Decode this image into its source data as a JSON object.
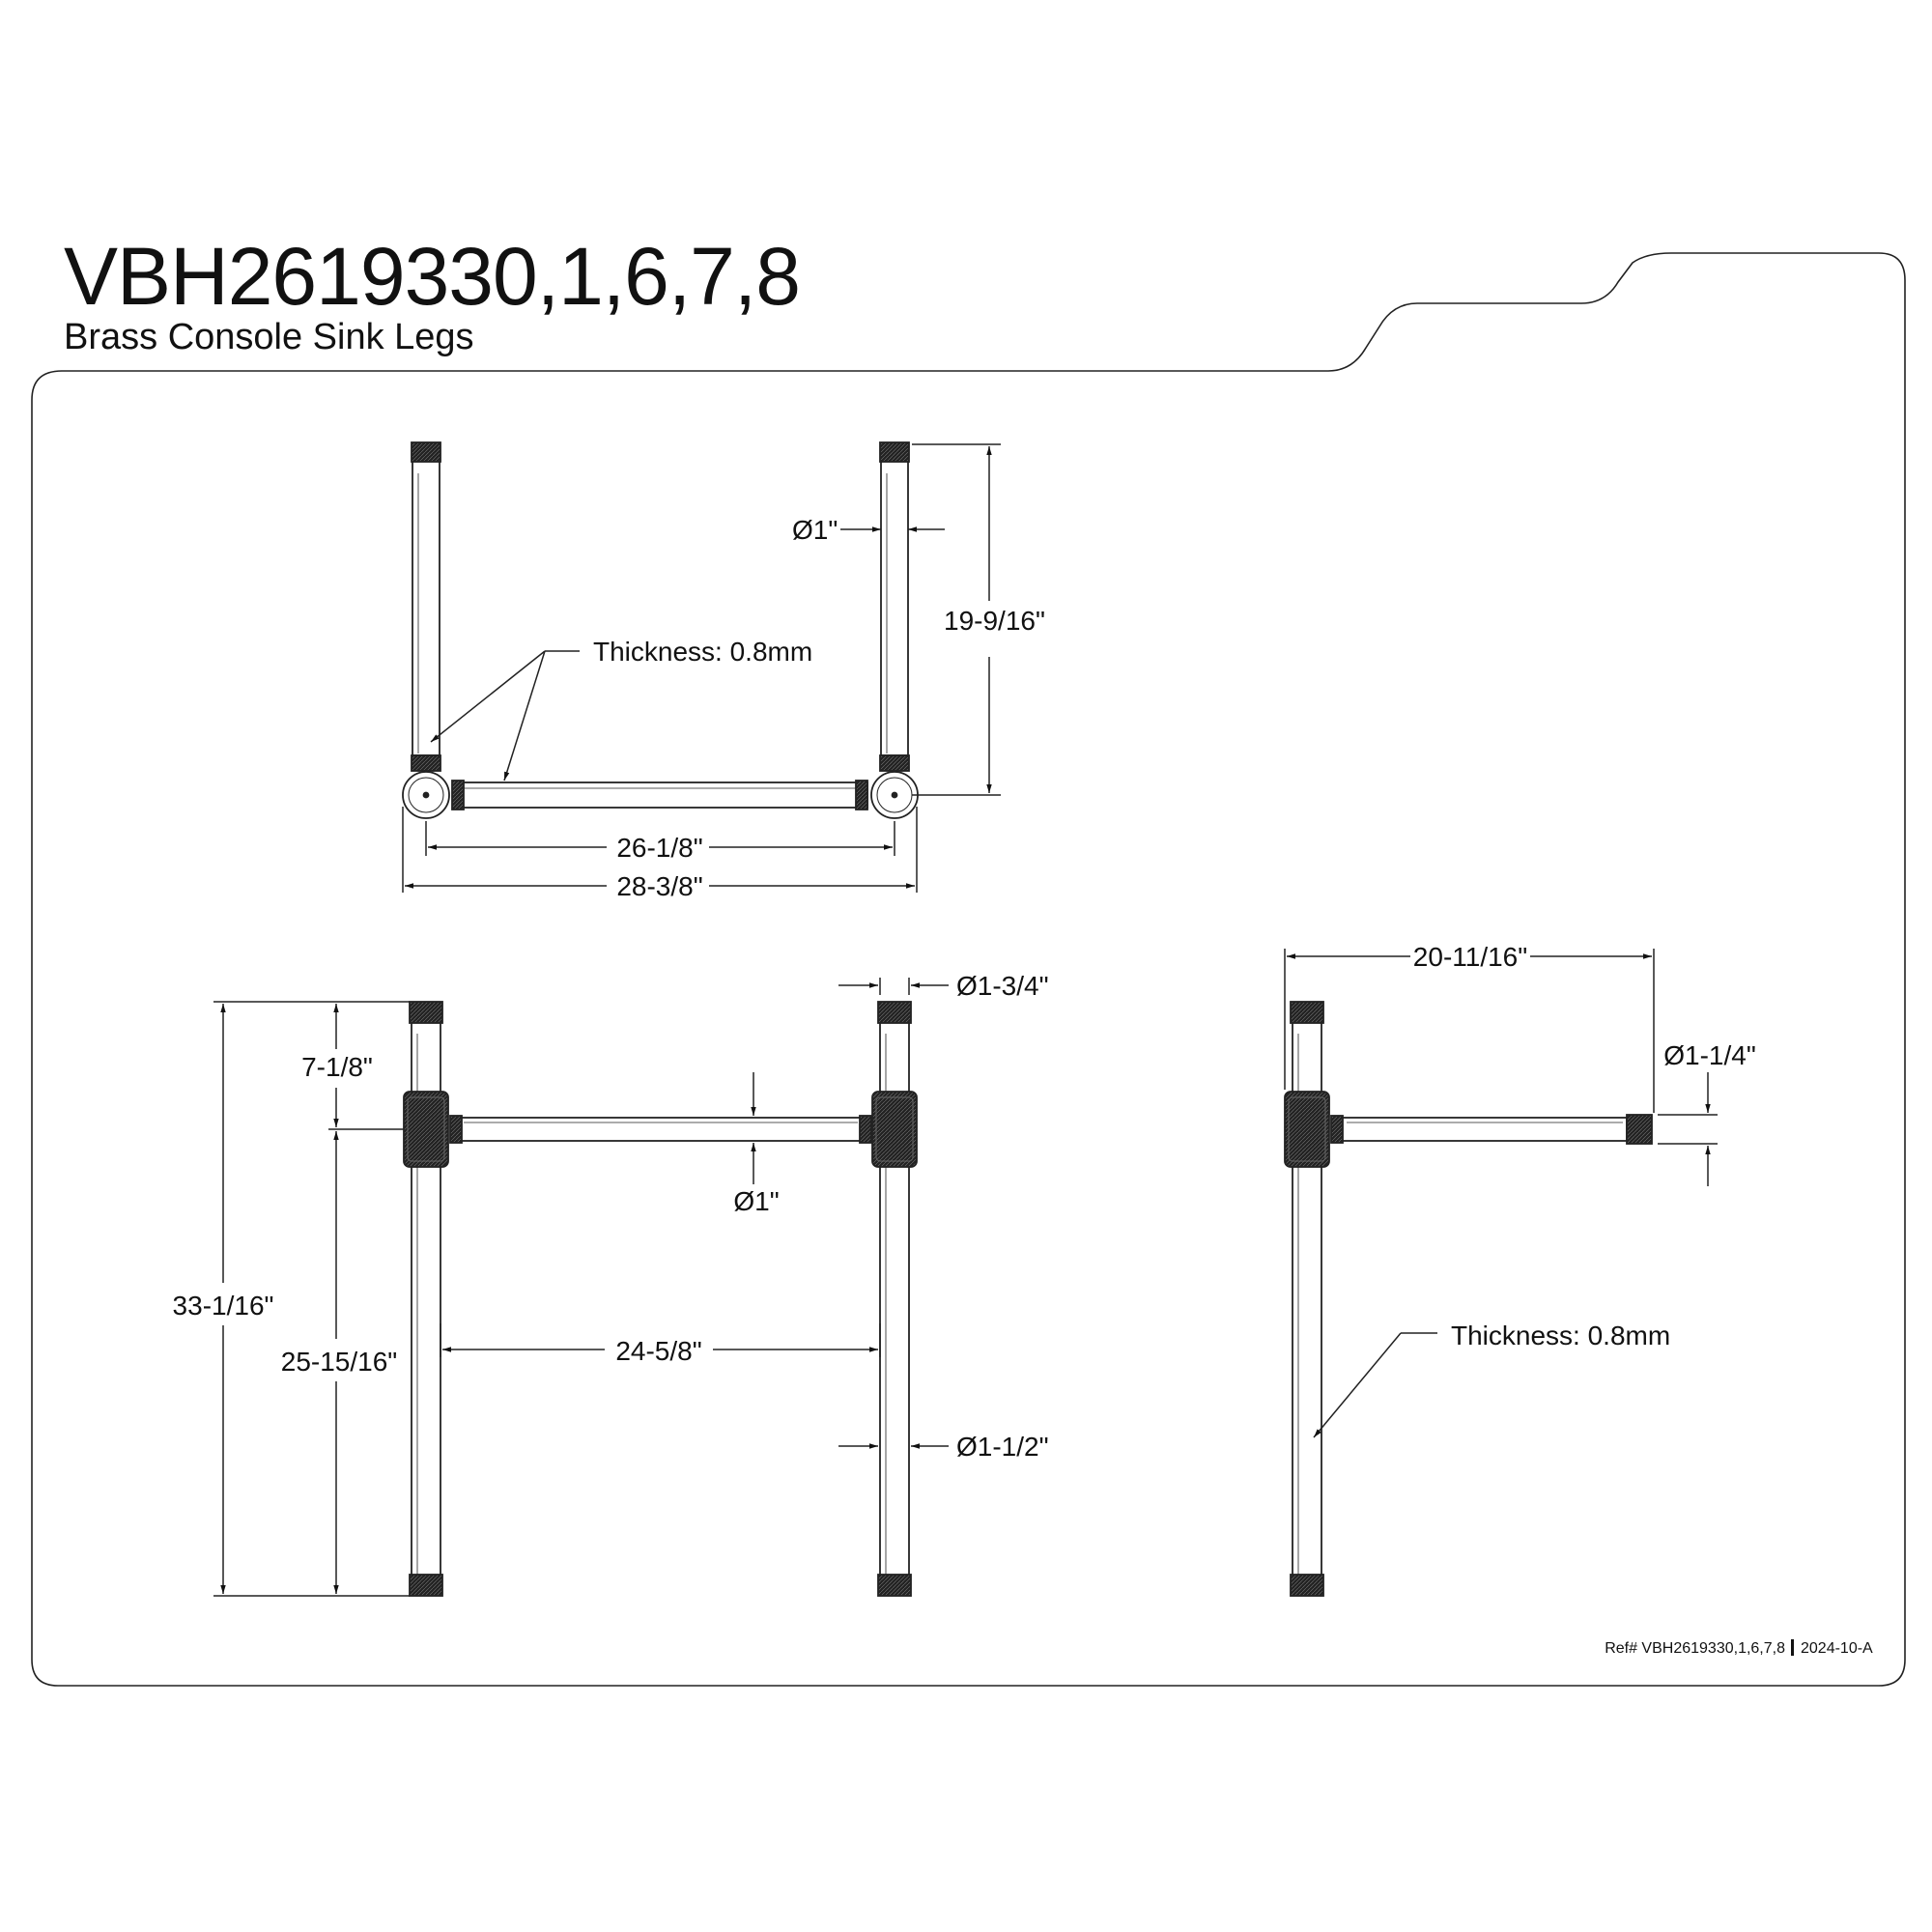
{
  "header": {
    "model": "VBH2619330,1,6,7,8",
    "product": "Brass Console Sink Legs"
  },
  "top_view": {
    "dia_top": "Ø1\"",
    "height": "19-9/16\"",
    "thickness": "Thickness: 0.8mm",
    "inner_width": "26-1/8\"",
    "outer_width": "28-3/8\""
  },
  "front_view": {
    "post_dia": "Ø1-3/4\"",
    "upper_height": "7-1/8\"",
    "bar_dia": "Ø1\"",
    "total_height": "33-1/16\"",
    "lower_height": "25-15/16\"",
    "inner_span": "24-5/8\"",
    "leg_dia": "Ø1-1/2\""
  },
  "side_view": {
    "depth": "20-11/16\"",
    "arm_dia": "Ø1-1/4\"",
    "thickness": "Thickness: 0.8mm"
  },
  "footer": {
    "ref": "Ref# VBH2619330,1,6,7,8",
    "revision": "2024-10-A"
  }
}
